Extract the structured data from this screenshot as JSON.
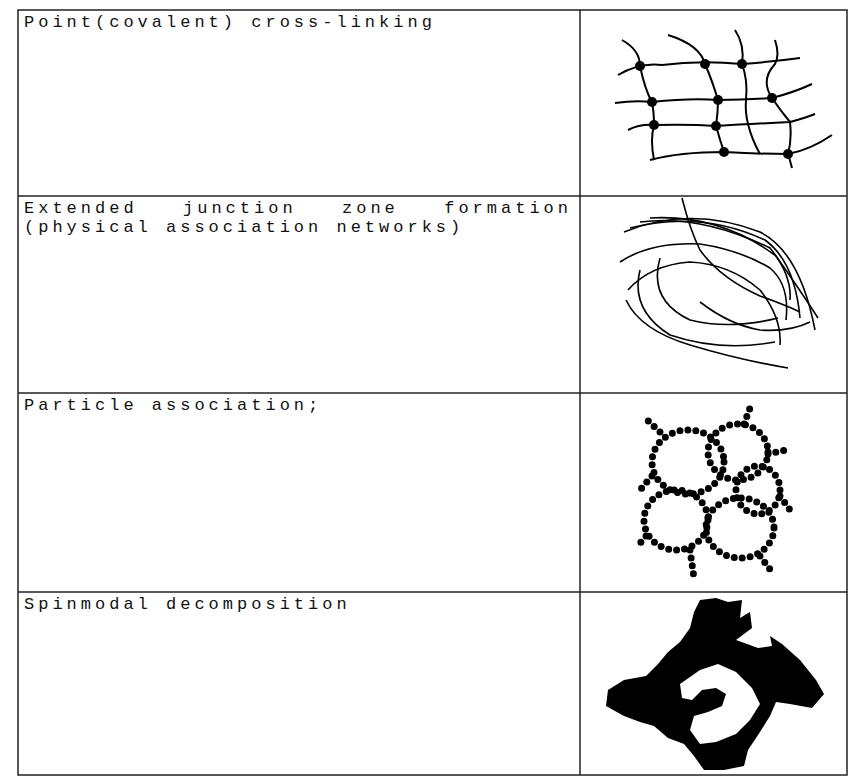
{
  "diagram": {
    "labels": [
      "Point(covalent) cross-linking",
      "Extended junction zone formation (physical association networks)",
      "Particle association;",
      "Spinmodal decomposition"
    ]
  }
}
